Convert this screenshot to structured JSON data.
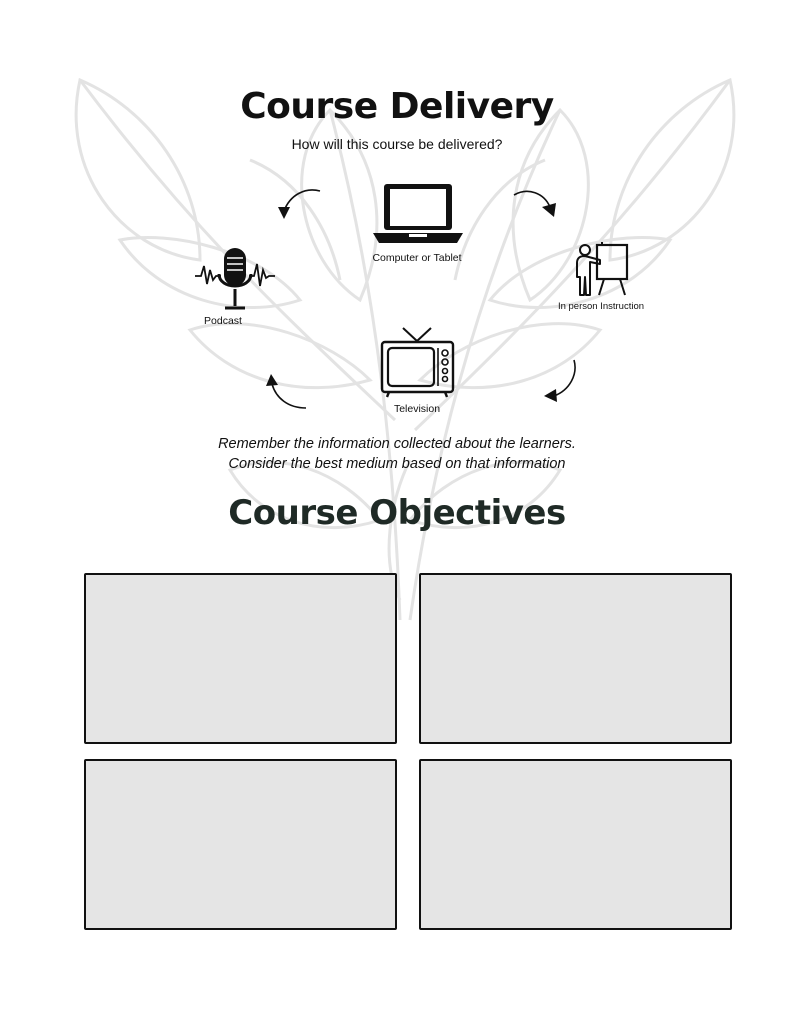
{
  "delivery": {
    "title": "Course Delivery",
    "subtitle": "How will this course be delivered?",
    "options": [
      {
        "label": "Computer or Tablet",
        "icon": "laptop-icon"
      },
      {
        "label": "In person Instruction",
        "icon": "presenter-icon"
      },
      {
        "label": "Television",
        "icon": "television-icon"
      },
      {
        "label": "Podcast",
        "icon": "microphone-icon"
      }
    ],
    "notes": [
      "Remember the information  collected about the learners.",
      "Consider the best medium based on that information"
    ]
  },
  "objectives": {
    "title": "Course Objectives",
    "boxes": [
      "",
      "",
      "",
      ""
    ]
  },
  "colors": {
    "box_fill": "#e5e5e5",
    "box_border": "#111111",
    "watermark": "#e6e6e6"
  }
}
